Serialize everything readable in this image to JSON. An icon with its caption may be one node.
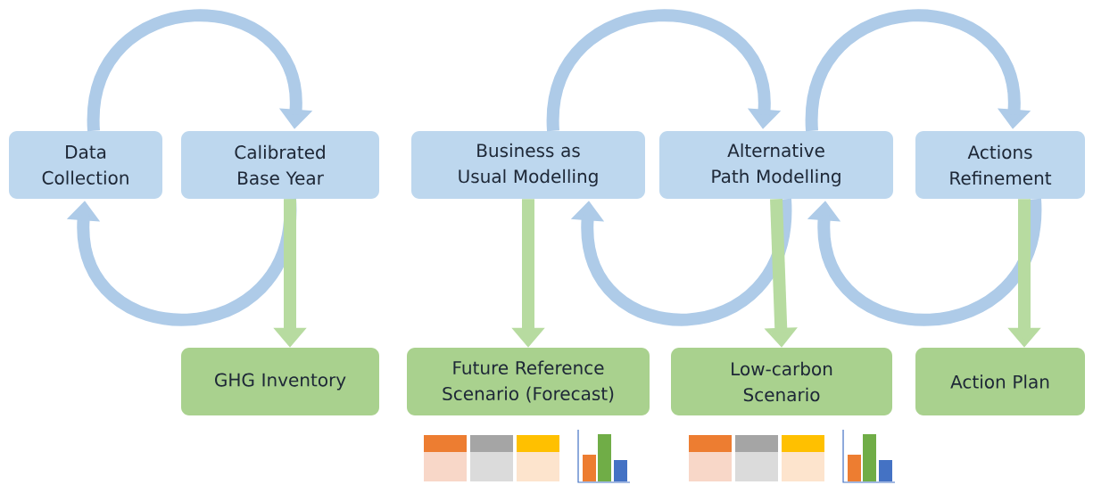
{
  "diagram": {
    "nodes": [
      {
        "text": [
          "Data Collection"
        ]
      },
      {
        "text": [
          "Calibrated Base Year"
        ]
      },
      {
        "text": [
          "Business as Usual Modelling"
        ]
      },
      {
        "text": [
          "Alternative Path Modelling"
        ]
      },
      {
        "text": [
          "Actions Refinement"
        ]
      },
      {
        "text": [
          "GHG Inventory"
        ]
      },
      {
        "text": [
          "Future Reference Scenario (Forecast)"
        ]
      },
      {
        "text": [
          "Low-carbon Scenario"
        ]
      },
      {
        "text": [
          "Action Plan"
        ]
      }
    ],
    "edges": [
      {
        "from": 0,
        "to": 1,
        "arrow": "to"
      },
      {
        "from": 1,
        "to": 0,
        "arrow": "to"
      },
      {
        "from": 2,
        "to": 3,
        "arrow": "to"
      },
      {
        "from": 3,
        "to": 2,
        "arrow": "to"
      },
      {
        "from": 3,
        "to": 4,
        "arrow": "to"
      },
      {
        "from": 4,
        "to": 3,
        "arrow": "to"
      },
      {
        "from": 1,
        "to": 5,
        "arrow": "to",
        "color": "#b7dba0"
      },
      {
        "from": 2,
        "to": 6,
        "arrow": "to",
        "color": "#b7dba0"
      },
      {
        "from": 3,
        "to": 7,
        "arrow": "to",
        "color": "#b7dba0"
      },
      {
        "from": 4,
        "to": 8,
        "arrow": "to",
        "color": "#b7dba0"
      }
    ]
  }
}
